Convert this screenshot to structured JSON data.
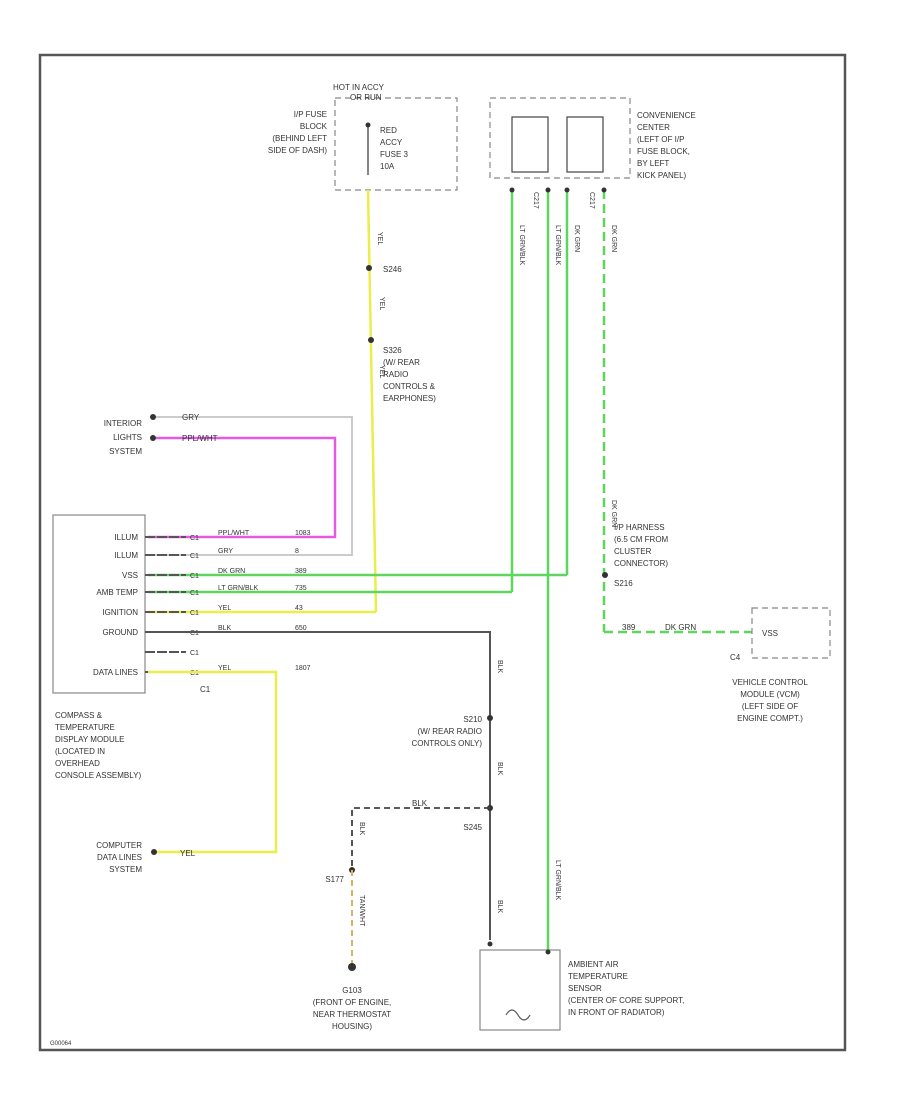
{
  "colors": {
    "yellow": "#ecec4a",
    "green": "#5fd45f",
    "pink": "#e45ae4",
    "gray": "#c4c4c4",
    "black": "#444444",
    "tan": "#d9b464",
    "frame": "#555555"
  },
  "fuse_block": {
    "header": [
      "HOT IN ACCY",
      "OR RUN"
    ],
    "label": [
      "I/P FUSE",
      "BLOCK",
      "(BEHIND LEFT",
      "SIDE OF DASH)"
    ],
    "fuse": [
      "RED",
      "ACCY",
      "FUSE 3",
      "10A"
    ]
  },
  "convenience_center": {
    "label": [
      "CONVENIENCE",
      "CENTER",
      "(LEFT OF I/P",
      "FUSE BLOCK,",
      "BY LEFT",
      "KICK PANEL)"
    ]
  },
  "wires_top": {
    "yel1": "YEL",
    "splice_s246": "S246",
    "yel2": "YEL",
    "splice_s326": [
      "S326",
      "(W/ REAR",
      "RADIO",
      "CONTROLS &",
      "EARPHONES)"
    ],
    "yel3": "YEL",
    "lt_grn_blk": "LT GRN/BLK",
    "c217_1": "C217",
    "lt_grn_blk2": "LT GRN/BLK",
    "dk_grn": "DK GRN",
    "c217_2": "C217",
    "dk_grn2": "DK GRN"
  },
  "interior_lights": {
    "label": [
      "INTERIOR",
      "LIGHTS",
      "SYSTEM"
    ],
    "wire1": "GRY",
    "wire2": "PPL/WHT"
  },
  "module": {
    "pins": [
      "ILLUM",
      "ILLUM",
      "VSS",
      "AMB TEMP",
      "IGNITION",
      "GROUND",
      "",
      "DATA LINES"
    ],
    "pin_ids": [
      "C1",
      "C1",
      "C1",
      "C1",
      "C1",
      "C1",
      "C1",
      "C1"
    ],
    "wire_labels": [
      "PPL/WHT",
      "GRY",
      "DK GRN",
      "LT GRN/BLK",
      "YEL",
      "BLK",
      "",
      "YEL"
    ],
    "circuit_labels": [
      "1083",
      "8",
      "389",
      "735",
      "43",
      "650",
      "",
      "1807"
    ],
    "connector": "C1",
    "label": [
      "COMPASS &",
      "TEMPERATURE",
      "DISPLAY MODULE",
      "(LOCATED IN",
      "OVERHEAD",
      "CONSOLE ASSEMBLY)"
    ]
  },
  "ip_harness": {
    "label": [
      "I/P HARNESS",
      "(6.5 CM FROM",
      "CLUSTER",
      "CONNECTOR)"
    ],
    "splice": "S216",
    "wire": "DK GRN"
  },
  "vcm": {
    "wire_circuit": "389",
    "wire": "DK GRN",
    "pin": "VSS",
    "connector": "C4",
    "label": [
      "VEHICLE CONTROL",
      "MODULE (VCM)",
      "(LEFT SIDE OF",
      "ENGINE COMPT.)"
    ]
  },
  "ground_splices": {
    "blk1": "BLK",
    "s210": [
      "S210",
      "(W/ REAR RADIO",
      "CONTROLS ONLY)"
    ],
    "blk2": "BLK",
    "blk3": "BLK",
    "blk4": "BLK",
    "s245": "S245",
    "s177": "S177",
    "tan_wht": "TAN/WHT",
    "g103": [
      "G103",
      "(FRONT OF ENGINE,",
      "NEAR THERMOSTAT",
      "HOUSING)"
    ]
  },
  "sensor": {
    "blk": "BLK",
    "wire": "LT GRN/BLK",
    "label": [
      "AMBIENT AIR",
      "TEMPERATURE",
      "SENSOR",
      "(CENTER OF CORE SUPPORT,",
      "IN FRONT OF RADIATOR)"
    ]
  },
  "computer_data": {
    "label": [
      "COMPUTER",
      "DATA LINES",
      "SYSTEM"
    ],
    "wire": "YEL"
  },
  "footer_code": "G00064"
}
